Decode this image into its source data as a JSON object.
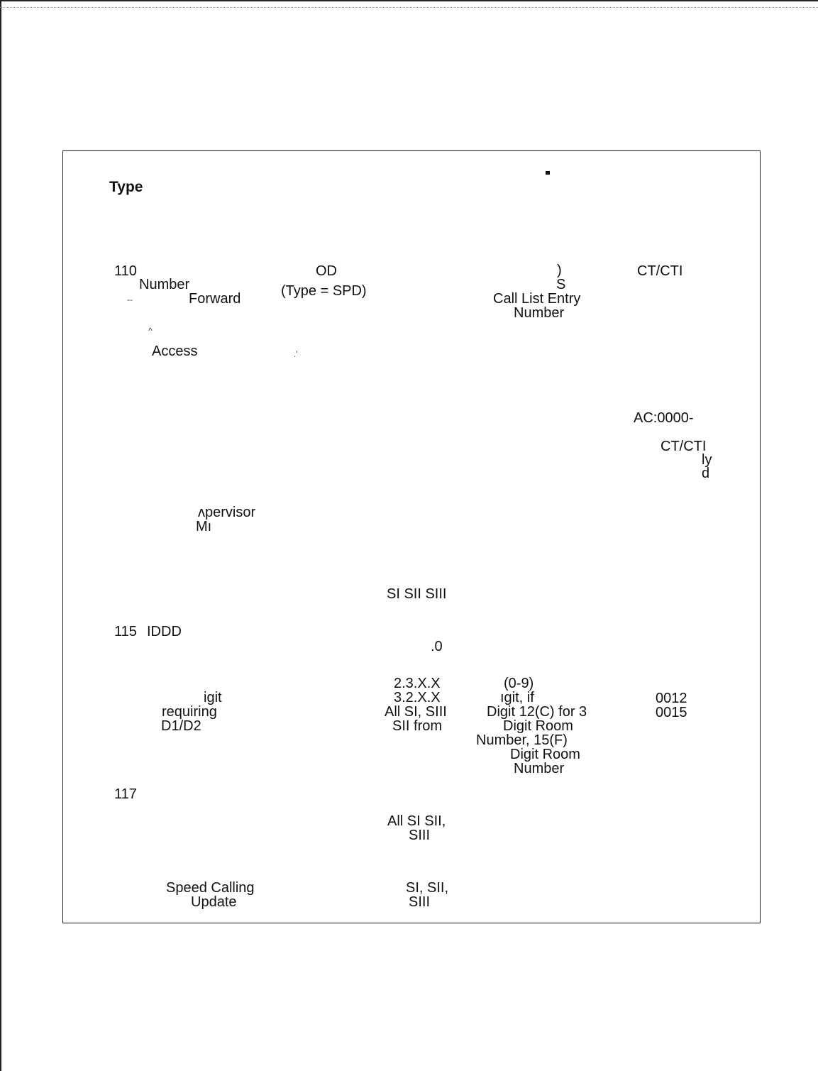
{
  "header": {
    "type_label": "Type"
  },
  "rows": [
    {
      "code": "110",
      "feature": [
        "Number",
        "Forward",
        "Access"
      ],
      "code_format": "OD",
      "type_note": "(Type = SPD)",
      "range": [
        ")",
        "S",
        "Call List Entry",
        "Number"
      ],
      "applies": "CT/CTI",
      "extra": [
        "AC:0000-",
        "CT/CTI",
        "ly",
        "d"
      ],
      "supervisor": [
        "ʌpervisor",
        "Mı"
      ],
      "systems": "SI SII SIII"
    },
    {
      "code": "115",
      "feature": "IDDD",
      "digit_label": ".0",
      "versions": [
        "2.3.X.X",
        "3.2.X.X",
        "All SI, SIII",
        "SII from"
      ],
      "range": [
        "(0-9)",
        "ıgit, if",
        "Digit 12(C) for 3",
        "Digit Room",
        "Number,  15(F)",
        "Digit Room",
        "Number"
      ],
      "desc": [
        "igit",
        "requiring",
        "D1/D2"
      ],
      "values": [
        "0012",
        "0015"
      ]
    },
    {
      "code": "117",
      "systems": [
        "All SI SII,",
        "SIII"
      ]
    },
    {
      "feature": [
        "Speed Calling",
        "Update"
      ],
      "systems": [
        "SI, SII,",
        "SIII"
      ]
    }
  ]
}
